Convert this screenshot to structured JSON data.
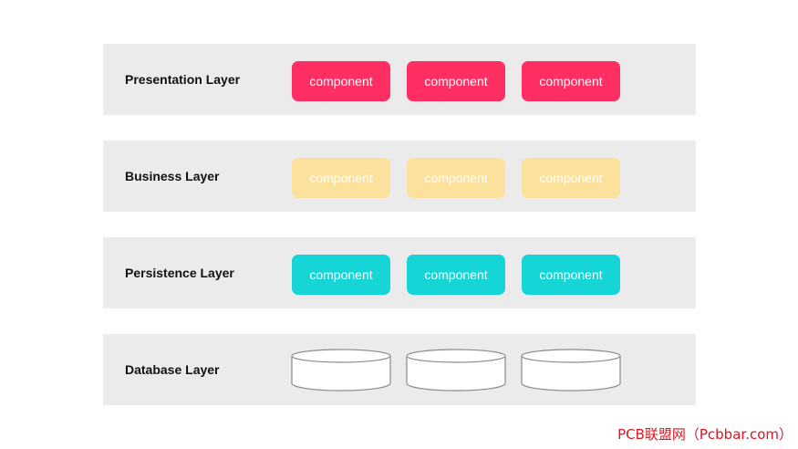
{
  "layers": [
    {
      "label": "Presentation Layer",
      "color": "#ff2f63",
      "components": [
        "component",
        "component",
        "component"
      ]
    },
    {
      "label": "Business Layer",
      "color": "#fbe19c",
      "components": [
        "component",
        "component",
        "component"
      ]
    },
    {
      "label": "Persistence Layer",
      "color": "#15d5d6",
      "components": [
        "component",
        "component",
        "component"
      ]
    },
    {
      "label": "Database Layer",
      "database_icons": [
        "database-cylinder-icon",
        "database-cylinder-icon",
        "database-cylinder-icon"
      ]
    }
  ],
  "watermark": "PCB联盟网（Pcbbar.com）"
}
